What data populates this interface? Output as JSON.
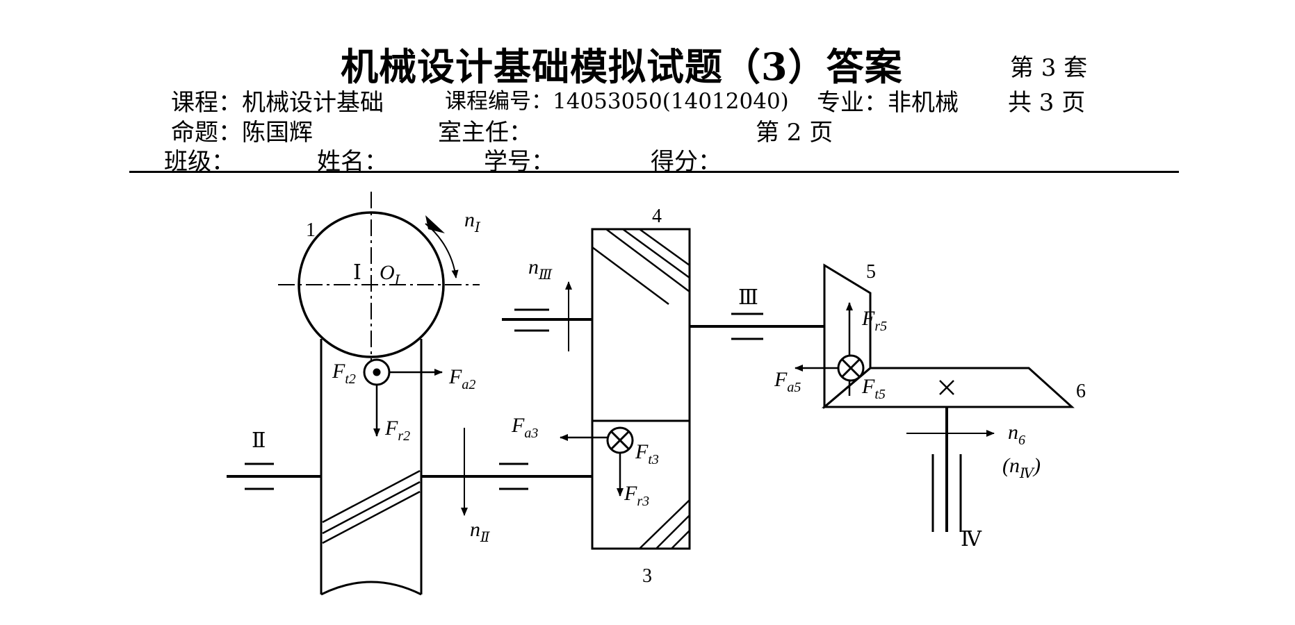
{
  "header": {
    "title": "机械设计基础模拟试题（3）答案",
    "set_label": "第 3 套",
    "course": "课程：机械设计基础",
    "course_no": "课程编号：14053050(14012040)",
    "major": "专业：非机械",
    "total_pages": "共 3 页",
    "author": "命题：陈国辉",
    "director": "室主任：",
    "page_no": "第 2 页",
    "class": "班级：",
    "name": "姓名：",
    "student_no": "学号：",
    "score": "得分："
  },
  "diagram": {
    "part_labels": [
      "1",
      "4",
      "5",
      "6",
      "3"
    ],
    "shaft_labels": [
      "Ⅰ",
      "Ⅱ",
      "Ⅲ",
      "Ⅳ"
    ],
    "center_label": "O",
    "forces": {
      "Ft2": {
        "main": "F",
        "sub": "t2"
      },
      "Fa2": {
        "main": "F",
        "sub": "a2"
      },
      "Fr2": {
        "main": "F",
        "sub": "r2"
      },
      "Fa3": {
        "main": "F",
        "sub": "a3"
      },
      "Ft3": {
        "main": "F",
        "sub": "t3"
      },
      "Fr3": {
        "main": "F",
        "sub": "r3"
      },
      "Fr5": {
        "main": "F",
        "sub": "r5"
      },
      "Fa5": {
        "main": "F",
        "sub": "a5"
      },
      "Ft5": {
        "main": "F",
        "sub": "t5"
      }
    },
    "speeds": {
      "n1": {
        "main": "n",
        "sub": "Ⅰ"
      },
      "n2": {
        "main": "n",
        "sub": "Ⅱ"
      },
      "n3": {
        "main": "n",
        "sub": "Ⅲ"
      },
      "n6": {
        "main": "n",
        "sub": "6"
      },
      "n4_paren": {
        "open": "(",
        "main": "n",
        "sub": "Ⅳ",
        "close": ")"
      }
    }
  }
}
